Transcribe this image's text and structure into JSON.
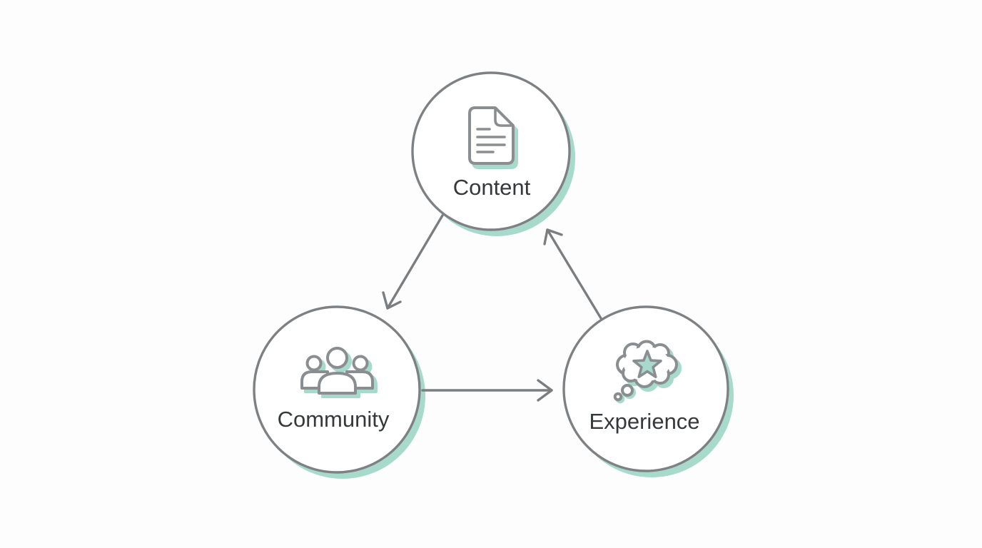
{
  "diagram": {
    "background_color": "#fdfdfd",
    "colors": {
      "circle_stroke": "#7e8184",
      "arrow_stroke": "#7b7e81",
      "icon_stroke": "#8b8e91",
      "shadow_mint": "#a7dacb",
      "label_text": "#36393b",
      "star_fill": "#a7dacb",
      "background_color": "#fdfdfd"
    },
    "nodes": [
      {
        "id": "content",
        "label": "Content",
        "icon": "document-icon"
      },
      {
        "id": "community",
        "label": "Community",
        "icon": "people-group-icon"
      },
      {
        "id": "experience",
        "label": "Experience",
        "icon": "thought-bubble-star-icon"
      }
    ],
    "edges": [
      {
        "from": "content",
        "to": "community"
      },
      {
        "from": "community",
        "to": "experience"
      },
      {
        "from": "experience",
        "to": "content"
      }
    ]
  }
}
